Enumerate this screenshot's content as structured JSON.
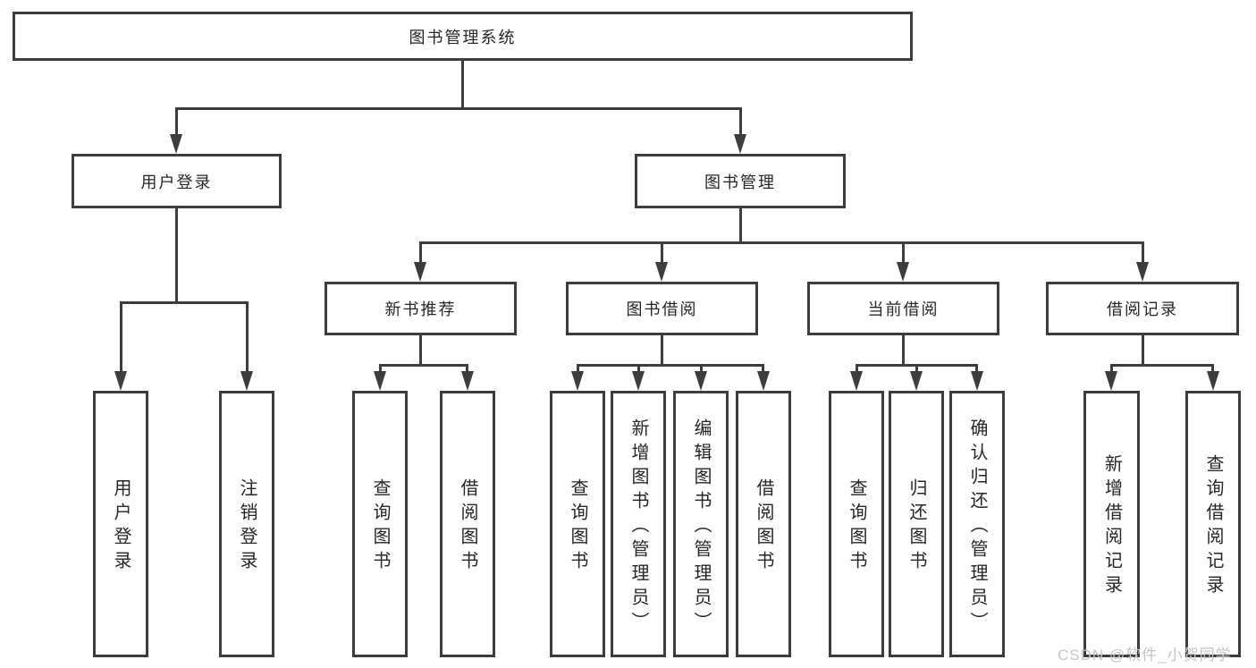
{
  "tree": {
    "root": {
      "label": "图书管理系统",
      "children": [
        {
          "label": "用户登录",
          "children": [
            {
              "label": "用户登录"
            },
            {
              "label": "注销登录"
            }
          ]
        },
        {
          "label": "图书管理",
          "children": [
            {
              "label": "新书推荐",
              "children": [
                {
                  "label": "查询图书"
                },
                {
                  "label": "借阅图书"
                }
              ]
            },
            {
              "label": "图书借阅",
              "children": [
                {
                  "label": "查询图书"
                },
                {
                  "label": "新增图书（管理员）"
                },
                {
                  "label": "编辑图书（管理员）"
                },
                {
                  "label": "借阅图书"
                }
              ]
            },
            {
              "label": "当前借阅",
              "children": [
                {
                  "label": "查询图书"
                },
                {
                  "label": "归还图书"
                },
                {
                  "label": "确认归还（管理员）"
                }
              ]
            },
            {
              "label": "借阅记录",
              "children": [
                {
                  "label": "新增借阅记录"
                },
                {
                  "label": "查询借阅记录"
                }
              ]
            }
          ]
        }
      ]
    }
  },
  "watermark": {
    "text": "CSDN @软件_小贺同学"
  },
  "colors": {
    "line": "#3d3d3d",
    "text": "#262626",
    "watermark": "#c5c5c5",
    "background": "#ffffff"
  }
}
